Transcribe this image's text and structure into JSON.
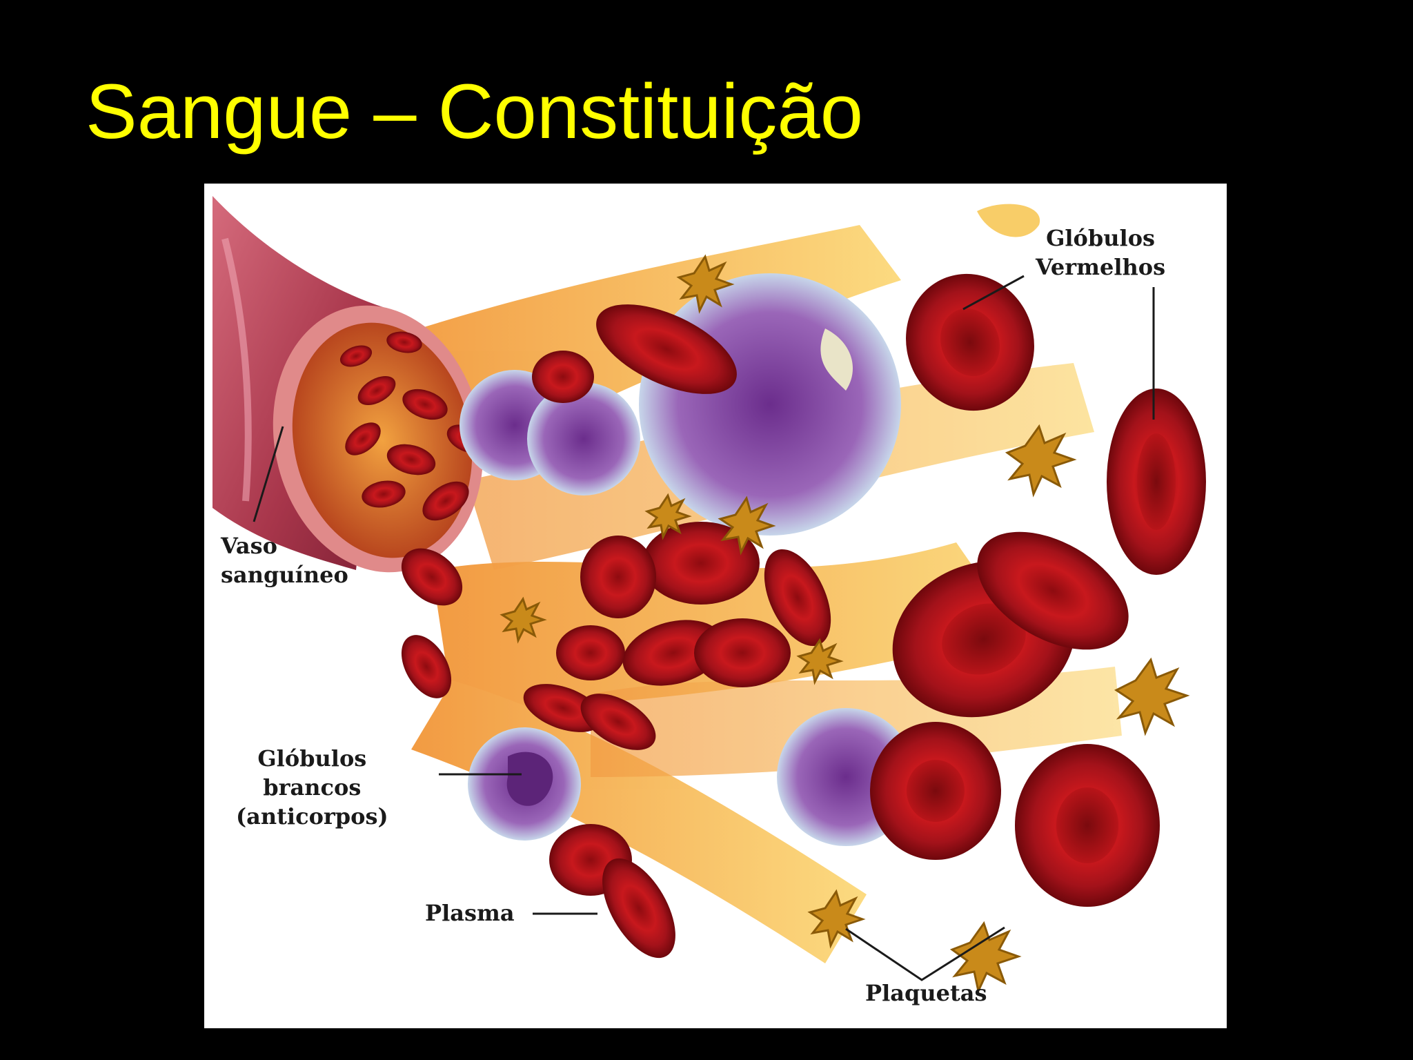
{
  "slide": {
    "title": "Sangue – Constituição"
  },
  "diagram": {
    "labels": {
      "red_cells": [
        "Glóbulos",
        "Vermelhos"
      ],
      "vessel": [
        "Vaso",
        "sanguíneo"
      ],
      "white_cells": [
        "Glóbulos",
        "brancos",
        "(anticorpos)"
      ],
      "plasma": "Plasma",
      "platelets": "Plaquetas"
    },
    "colors": {
      "red_cell": "#c0161a",
      "red_cell_dark": "#7d0a0e",
      "plasma": "#f6b93b",
      "white_cell": "#8a4fa8",
      "vessel": "#b8465a",
      "platelet": "#c98a1a"
    }
  }
}
